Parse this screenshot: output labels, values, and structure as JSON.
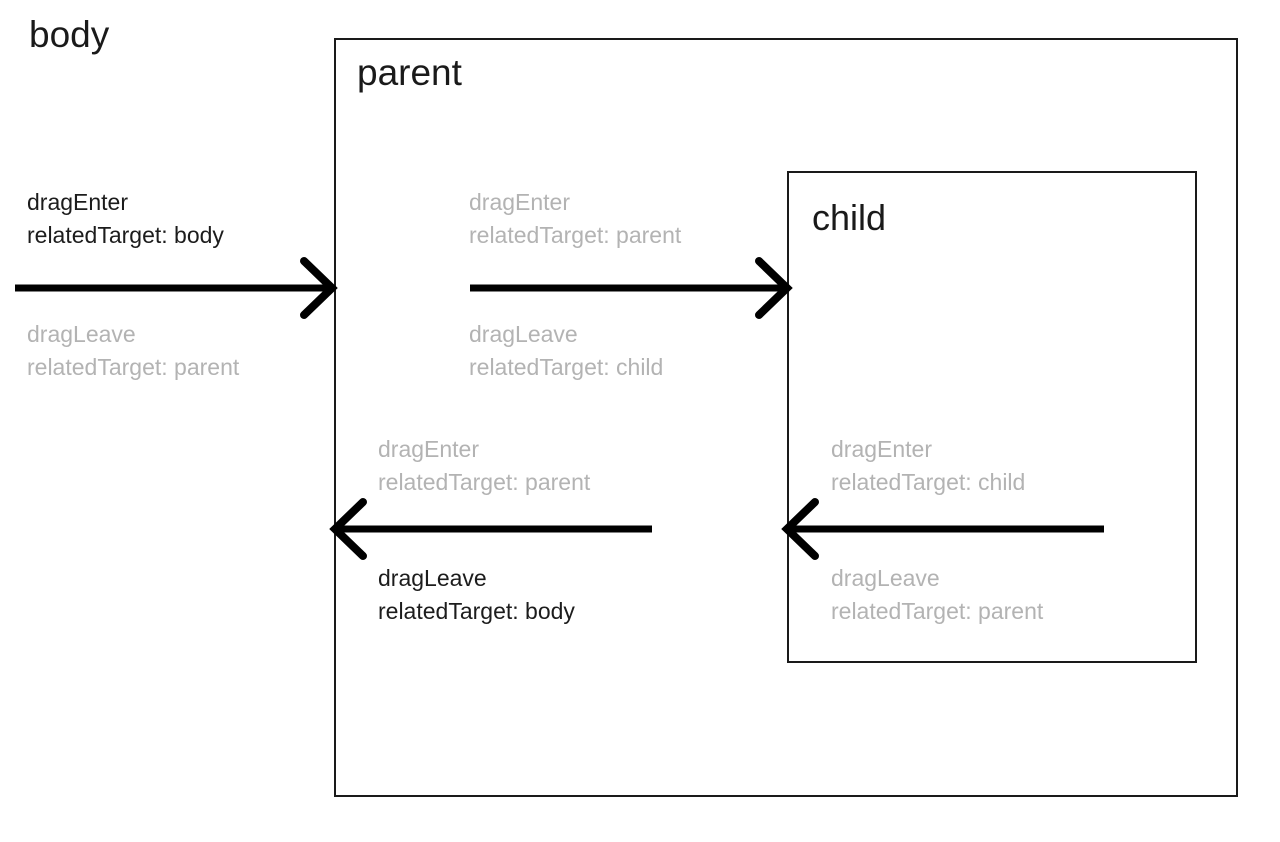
{
  "diagram": {
    "title_regions": {
      "body": "body",
      "parent": "parent",
      "child": "child"
    },
    "colors": {
      "ink": "#1a1a1a",
      "muted": "#b3b3b3",
      "background": "#ffffff"
    },
    "labels": [
      {
        "id": "body-dragenter",
        "tone": "dark",
        "line1": "dragEnter",
        "line2": "relatedTarget: body"
      },
      {
        "id": "body-dragleave",
        "tone": "muted",
        "line1": "dragLeave",
        "line2": "relatedTarget: parent"
      },
      {
        "id": "parent-dragenter",
        "tone": "muted",
        "line1": "dragEnter",
        "line2": "relatedTarget: parent"
      },
      {
        "id": "parent-dragleave",
        "tone": "muted",
        "line1": "dragLeave",
        "line2": "relatedTarget: child"
      },
      {
        "id": "exit-parent-dragenter",
        "tone": "muted",
        "line1": "dragEnter",
        "line2": "relatedTarget: parent"
      },
      {
        "id": "exit-parent-dragleave",
        "tone": "dark",
        "line1": "dragLeave",
        "line2": "relatedTarget: body"
      },
      {
        "id": "exit-child-dragenter",
        "tone": "muted",
        "line1": "dragEnter",
        "line2": "relatedTarget: child"
      },
      {
        "id": "exit-child-dragleave",
        "tone": "muted",
        "line1": "dragLeave",
        "line2": "relatedTarget: parent"
      }
    ],
    "arrows": [
      {
        "id": "enter-parent-arrow",
        "direction": "right"
      },
      {
        "id": "enter-child-arrow",
        "direction": "right"
      },
      {
        "id": "leave-parent-arrow",
        "direction": "left"
      },
      {
        "id": "leave-child-arrow",
        "direction": "left"
      }
    ]
  }
}
